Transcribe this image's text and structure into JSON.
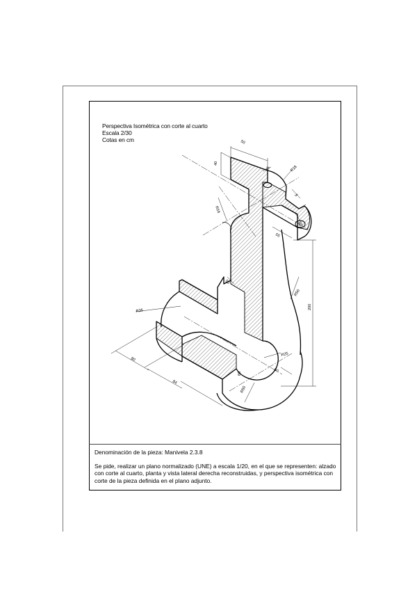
{
  "header": {
    "line1": "Perspectiva Isométrica con corte al cuarto",
    "line2": "Escala 2/30",
    "line3": "Cotas en cm"
  },
  "dimensions": {
    "d50": "50",
    "d40": "40",
    "d35": "35",
    "r18": "R18",
    "r16": "R16",
    "d55": "55",
    "d60a": "60",
    "d5": "5",
    "d55b": "55",
    "r35": "R35",
    "r50": "R50",
    "d200": "200",
    "r25": "R25",
    "d60b": "60",
    "d80": "80",
    "d84": "84",
    "d60c": "60",
    "r50b": "R50"
  },
  "title_block": {
    "denomination": "Denominación de la pieza: Manivela 2.3.8",
    "paragraph": "Se pide, realizar un plano normalizado (UNE) a escala 1/20, en el que se representen: alzado con corte al cuarto, planta y vista lateral derecha reconstruidas, y perspectiva isométrica con corte de la pieza definida en el plano adjunto."
  },
  "colors": {
    "ink": "#000000",
    "sheet_border": "#777777",
    "paper": "#ffffff"
  }
}
